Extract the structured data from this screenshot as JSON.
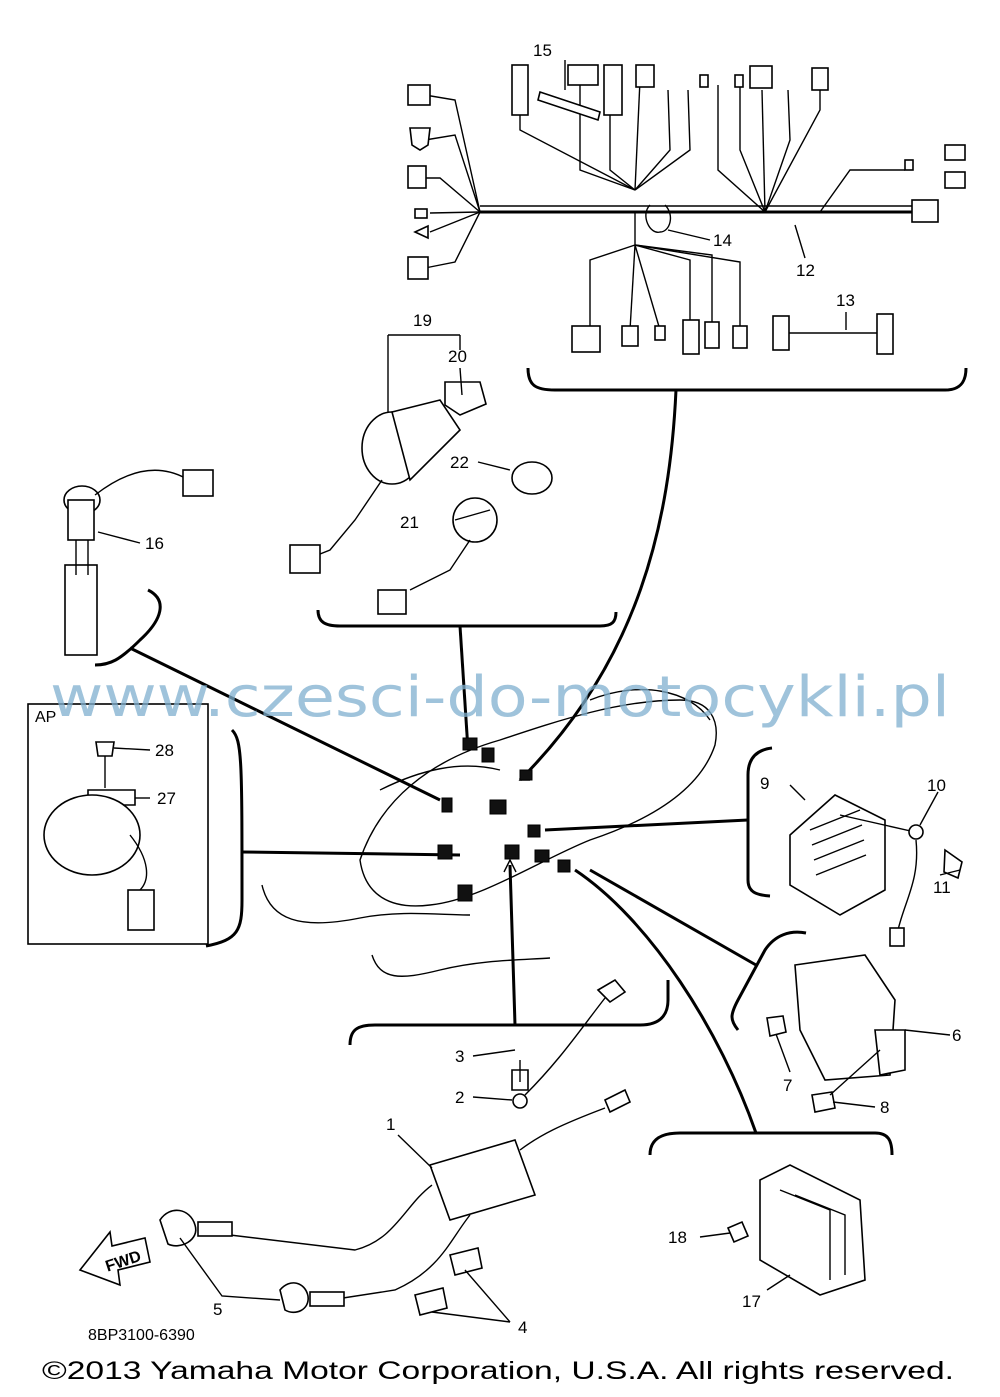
{
  "callouts": {
    "c1": "1",
    "c2": "2",
    "c3": "3",
    "c4": "4",
    "c5": "5",
    "c6": "6",
    "c7": "7",
    "c8": "8",
    "c9": "9",
    "c10": "10",
    "c11": "11",
    "c12": "12",
    "c13": "13",
    "c14": "14",
    "c15": "15",
    "c16": "16",
    "c17": "17",
    "c18": "18",
    "c19": "19",
    "c20": "20",
    "c21": "21",
    "c22": "22",
    "c27": "27",
    "c28": "28"
  },
  "inset_label": "AP",
  "fwd_label": "FWD",
  "watermark": "www.czesci-do-motocykli.pl",
  "diagram_code": "8BP3100-6390",
  "copyright": "©2013 Yamaha Motor Corporation, U.S.A. All rights reserved."
}
